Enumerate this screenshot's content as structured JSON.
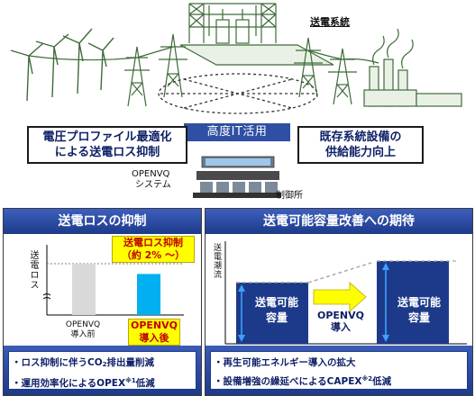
{
  "top": {
    "system_label": "送電系統",
    "it_label": "高度IT活用",
    "callout_left": [
      "電圧プロファイル最適化",
      "による送電ロス抑制"
    ],
    "callout_right": [
      "既存系統設備の",
      "供給能力向上"
    ],
    "openvq_system": [
      "OPENVQ",
      "システム"
    ],
    "control_center": "制御所"
  },
  "left_panel": {
    "title": "送電ロスの抑制",
    "y_label": "送電ロス",
    "before_label": [
      "OPENVQ",
      "導入前"
    ],
    "after_label": [
      "OPENVQ",
      "導入後"
    ],
    "reduction_label": [
      "送電ロス抑制",
      "（約 2% ～）"
    ],
    "foot": {
      "line1_pre": "・ロス抑制に伴うCO",
      "line1_sub": "2",
      "line1_post": "排出量削減",
      "line2_pre": "・運用効率化によるOPEX",
      "line2_sup": "※1",
      "line2_post": "低減"
    }
  },
  "right_panel": {
    "title": "送電可能容量改善への期待",
    "y_label": "送電潮流",
    "before_box": [
      "送電可能",
      "容量"
    ],
    "after_box": [
      "送電可能",
      "容量"
    ],
    "arrow_label": [
      "OPENVQ",
      "導入"
    ],
    "foot": {
      "line1": "・再生可能エネルギー導入の拡大",
      "line2_pre": "・設備増強の繰延べによるCAPEX",
      "line2_sup": "※2",
      "line2_post": "低減"
    }
  },
  "chart_data": {
    "type": "bar",
    "categories": [
      "OPENVQ 導入前",
      "OPENVQ 導入後"
    ],
    "values": [
      100,
      98
    ],
    "ylabel": "送電ロス",
    "annotation": "送電ロス抑制 （約 2% ～）"
  },
  "colors": {
    "navy": "#1d3a8a",
    "bar_before": "#d9d9d9",
    "bar_after": "#00b0f0",
    "highlight": "#ffff00",
    "alert_text": "#c00000",
    "grid_green": "#3f6b3a"
  }
}
